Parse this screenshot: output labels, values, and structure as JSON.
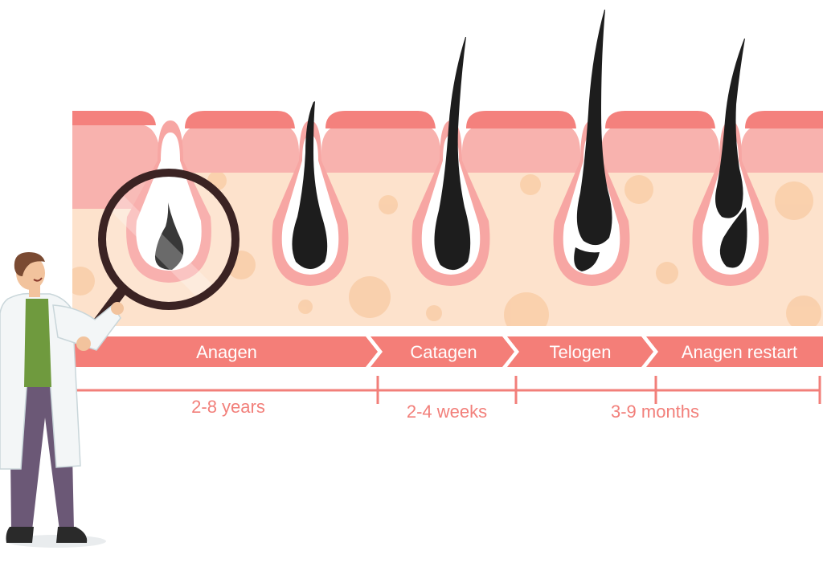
{
  "phases": [
    {
      "label": "Anagen"
    },
    {
      "label": "Catagen"
    },
    {
      "label": "Telogen"
    },
    {
      "label": "Anagen restart"
    }
  ],
  "durations": [
    {
      "label": "2-8 years"
    },
    {
      "label": "2-4 weeks"
    },
    {
      "label": "3-9 months"
    }
  ],
  "colors": {
    "skin_top": "#f4817d",
    "skin_epidermis": "#f8b2ae",
    "dermis": "#fde2cc",
    "follicle_rim": "#f7a6a3",
    "hair": "#1d1d1d",
    "arrow": "#f47e78",
    "timeline": "#f27f7a",
    "coat": "#f3f6f7",
    "sweater": "#6f9a3e",
    "trousers": "#6b5876"
  }
}
